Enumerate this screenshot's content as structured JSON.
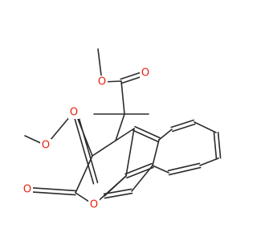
{
  "molecule": {
    "atom_labels": {
      "o_ester1_ether": "O",
      "o_ester1_carbonyl": "O",
      "o_ester2_carbonyl": "O",
      "o_ester2_ether": "O",
      "o_lactone_carbonyl": "O",
      "o_ring": "O"
    },
    "colors": {
      "bond": "#2b2b2b",
      "oxygen": "#e8200c",
      "background": "#ffffff"
    }
  }
}
